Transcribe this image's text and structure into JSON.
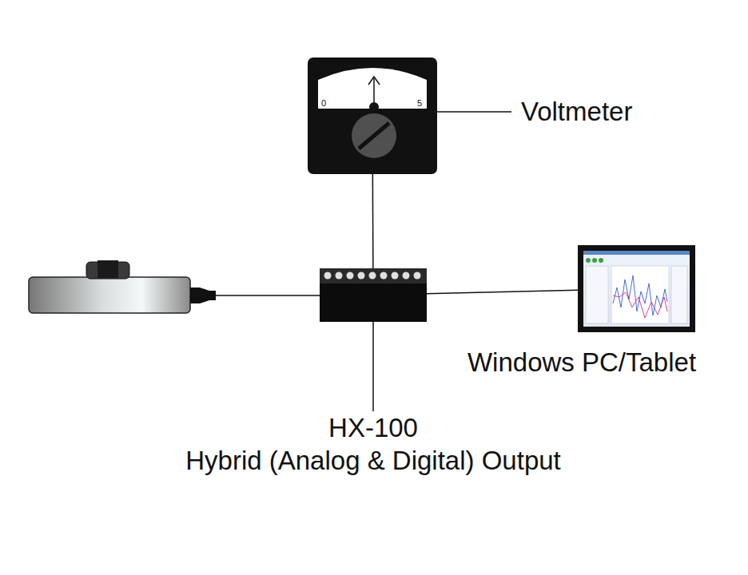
{
  "diagram": {
    "nodes": [
      {
        "text": [
          "Voltmeter"
        ]
      },
      {
        "text": [
          "HX-100",
          "Hybrid (Analog & Digital) Output"
        ]
      },
      {
        "text": [
          "Windows PC/Tablet"
        ]
      }
    ],
    "edges": [
      {
        "from": 0,
        "to": 1,
        "arrow": "none"
      },
      {
        "from": 1,
        "to": 2,
        "arrow": "none"
      }
    ],
    "labels": [
      "0",
      "5"
    ]
  }
}
